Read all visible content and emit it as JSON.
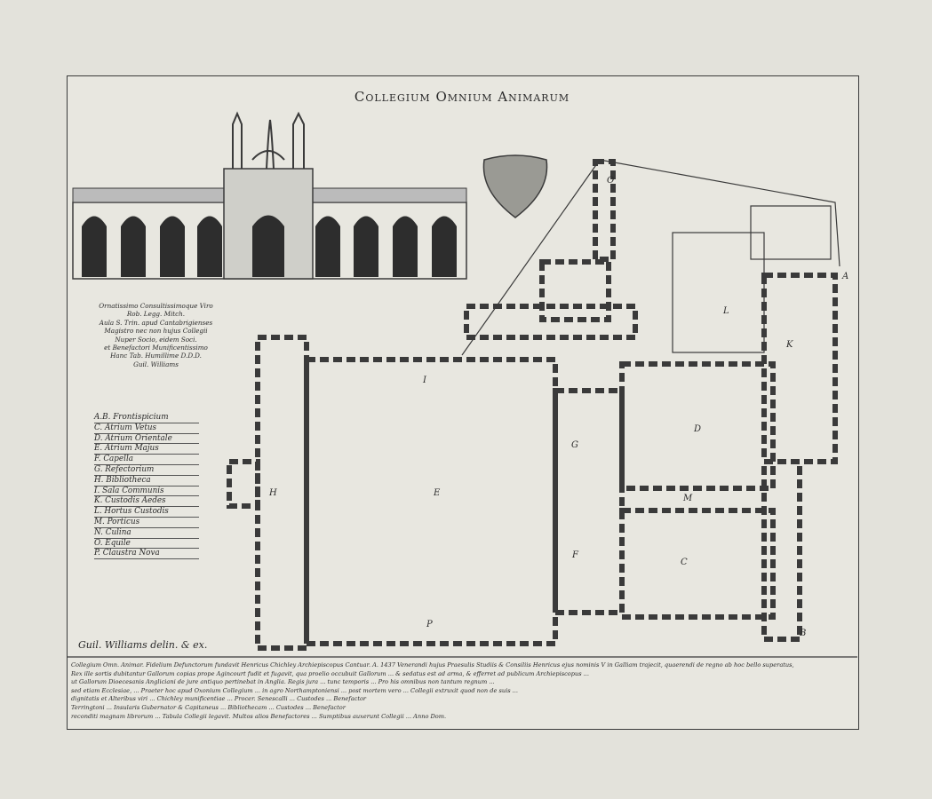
{
  "title": "Collegium Omnium Animarum",
  "dedication": [
    "Ornatissimo Consultissimoque Viro",
    "Rob. Legg. Mitch.",
    "Aula S. Trin. apud Cantabrigienses",
    "Magistro nec non hujus Collegii",
    "Nuper Socio, eidem Soci.",
    "et Benefactori Munificentissimo",
    "Hanc Tab. Humillime D.D.D.",
    "Guil. Williams"
  ],
  "legend": [
    "A.B. Frontispicium",
    "C. Atrium Vetus",
    "D. Atrium Orientale",
    "E. Atrium Majus",
    "F. Capella",
    "G. Refectorium",
    "H. Bibliotheca",
    "I. Sala Communis",
    "K. Custodis Aedes",
    "L. Hortus Custodis",
    "M. Porticus",
    "N. Culina",
    "O. Equile",
    "P. Claustra Nova"
  ],
  "plan_labels": {
    "A": "A",
    "B": "B",
    "C": "C",
    "D": "D",
    "E": "E",
    "F": "F",
    "G": "G",
    "H": "H",
    "I": "I",
    "K": "K",
    "L": "L",
    "M": "M",
    "O": "O",
    "P": "P"
  },
  "credit": "Guil. Williams delin. & ex.",
  "notes": [
    "Collegium Omn. Animar. Fidelium Defunctorum fundavit Henricus Chichley Archiepiscopus Cantuar. A. 1437 Venerandi hujus Praesulis Studiis & Consiliis Henricus ejus nominis V in Galliam trajecit, quaerendi de regno ab hoc bello superatus,",
    "Rex ille sortis dubitantur Gallorum copias prope Agincourt fudit et fugavit, qua proelio occubuit Gallorum ... & sedatus est ad arma, & efferret ad publicum Archiepiscopus ...",
    "ut Gallorum Dioecesanis Angliciani de jure antiquo pertinebat in Anglia. Regis jura ... tunc temporis ... Pro his omnibus non tantum regnum ...",
    "sed etiam Ecclesiae, ... Praeter hoc apud Oxonium Collegium ... in agro Northamptoniensi ... post mortem vero ... Collegii extruxit quod non de suis ...",
    "dignitatis et Alteribus viri ... Chichley munificentiae ... Procer. Senescalli ... Custodes ... Benefactor",
    "Terringtoni ... Insularis Gubernator & Capitaneus ... Bibliothecam ... Custodes ... Benefactor",
    "reconditi magnam librorum ... Tabula Collegii legavit. Multos alios Benefactores ... Sumptibus auxerunt Collegii ... Anno Dom."
  ],
  "colors": {
    "paper": "#e8e7e0",
    "ink": "#3a3a3a"
  }
}
